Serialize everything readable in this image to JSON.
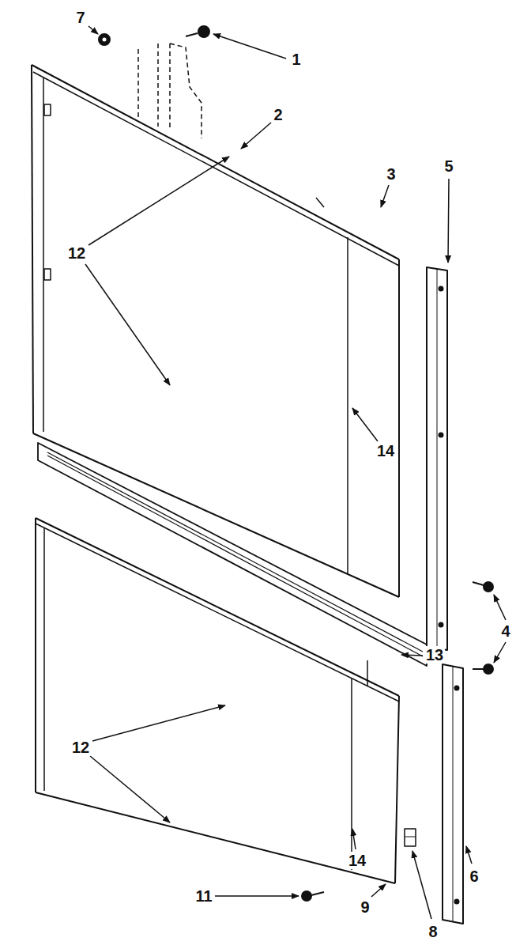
{
  "diagram": {
    "labels": [
      "7",
      "1",
      "2",
      "3",
      "5",
      "12",
      "14",
      "13",
      "4",
      "12",
      "14",
      "6",
      "11",
      "9",
      "8"
    ]
  }
}
